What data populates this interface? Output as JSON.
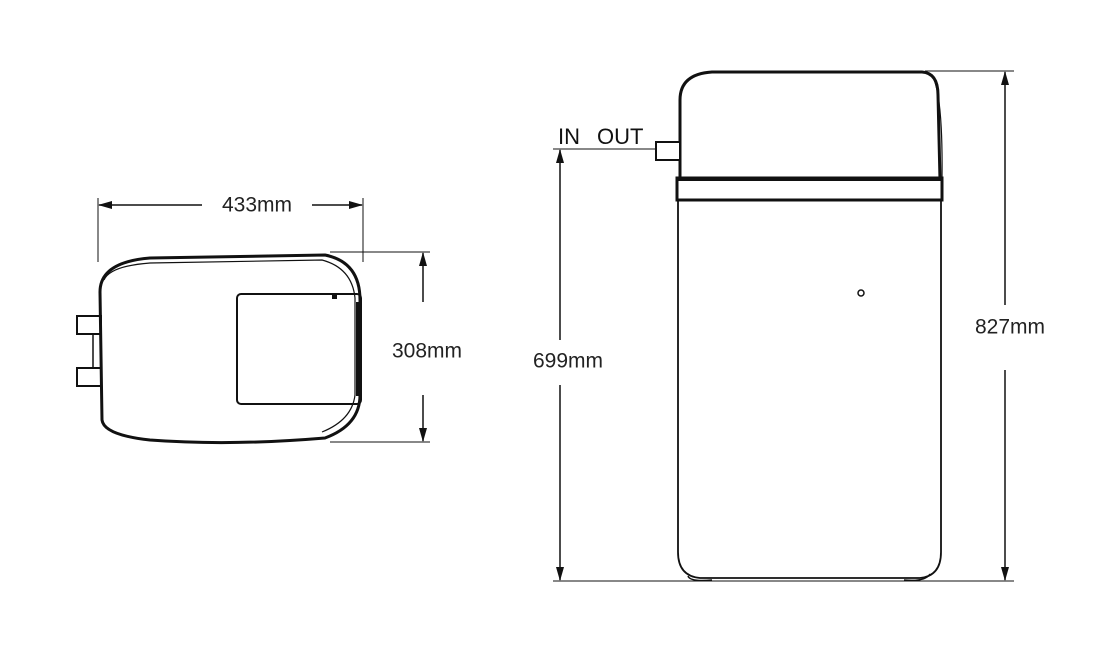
{
  "colors": {
    "line": "#111111",
    "text": "#222222",
    "background": "#ffffff"
  },
  "top_view": {
    "width_label": "433mm",
    "depth_label": "308mm"
  },
  "front_view": {
    "inlet_label": "IN",
    "outlet_label": "OUT",
    "inlet_height_label": "699mm",
    "total_height_label": "827mm"
  }
}
